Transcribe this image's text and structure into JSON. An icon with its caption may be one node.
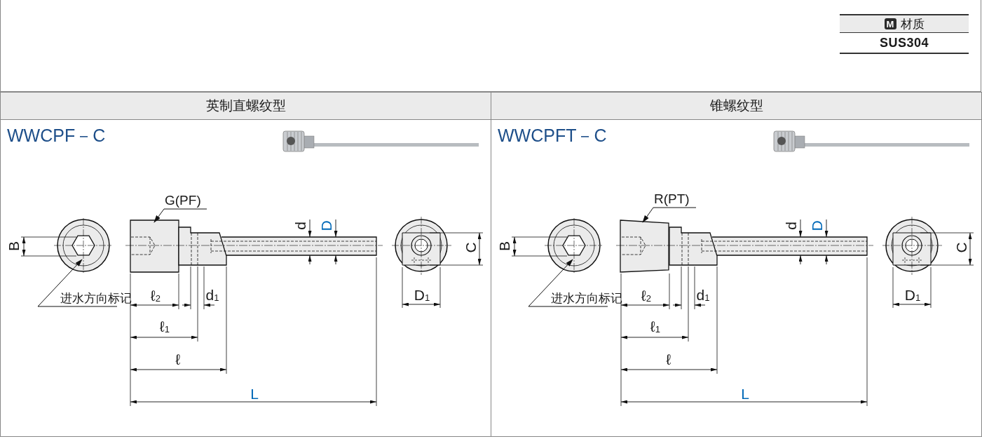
{
  "diagram": {
    "nodes": [
      {
        "text": [
          "英制直螺纹型",
          "WWCPF－C"
        ]
      },
      {
        "text": [
          "G(PF)"
        ],
        "in": 0
      },
      {
        "text": [
          "进水方向标记"
        ],
        "in": 0
      },
      {
        "text": [
          "锥螺纹型",
          "WWCPFT－C"
        ]
      },
      {
        "text": [
          "R(PT)"
        ],
        "in": 3
      },
      {
        "text": [
          "进水方向标记"
        ],
        "in": 3
      }
    ],
    "edges": [
      {
        "from": 1,
        "to": null,
        "arrow": "to"
      },
      {
        "from": 2,
        "to": null,
        "arrow": "to"
      },
      {
        "from": 4,
        "to": null,
        "arrow": "to"
      },
      {
        "from": 5,
        "to": null,
        "arrow": "to"
      }
    ],
    "labels": [
      "M",
      "材质",
      "SUS304",
      "B",
      "d",
      "D",
      "C",
      "ℓ$_{2}$",
      "d$_{1}$",
      "D$_{1}$",
      "ℓ$_{1}$",
      "ℓ",
      "L",
      "B",
      "d",
      "D",
      "C",
      "ℓ$_{2}$",
      "d$_{1}$",
      "D$_{1}$",
      "ℓ$_{1}$",
      "ℓ",
      "L"
    ]
  }
}
